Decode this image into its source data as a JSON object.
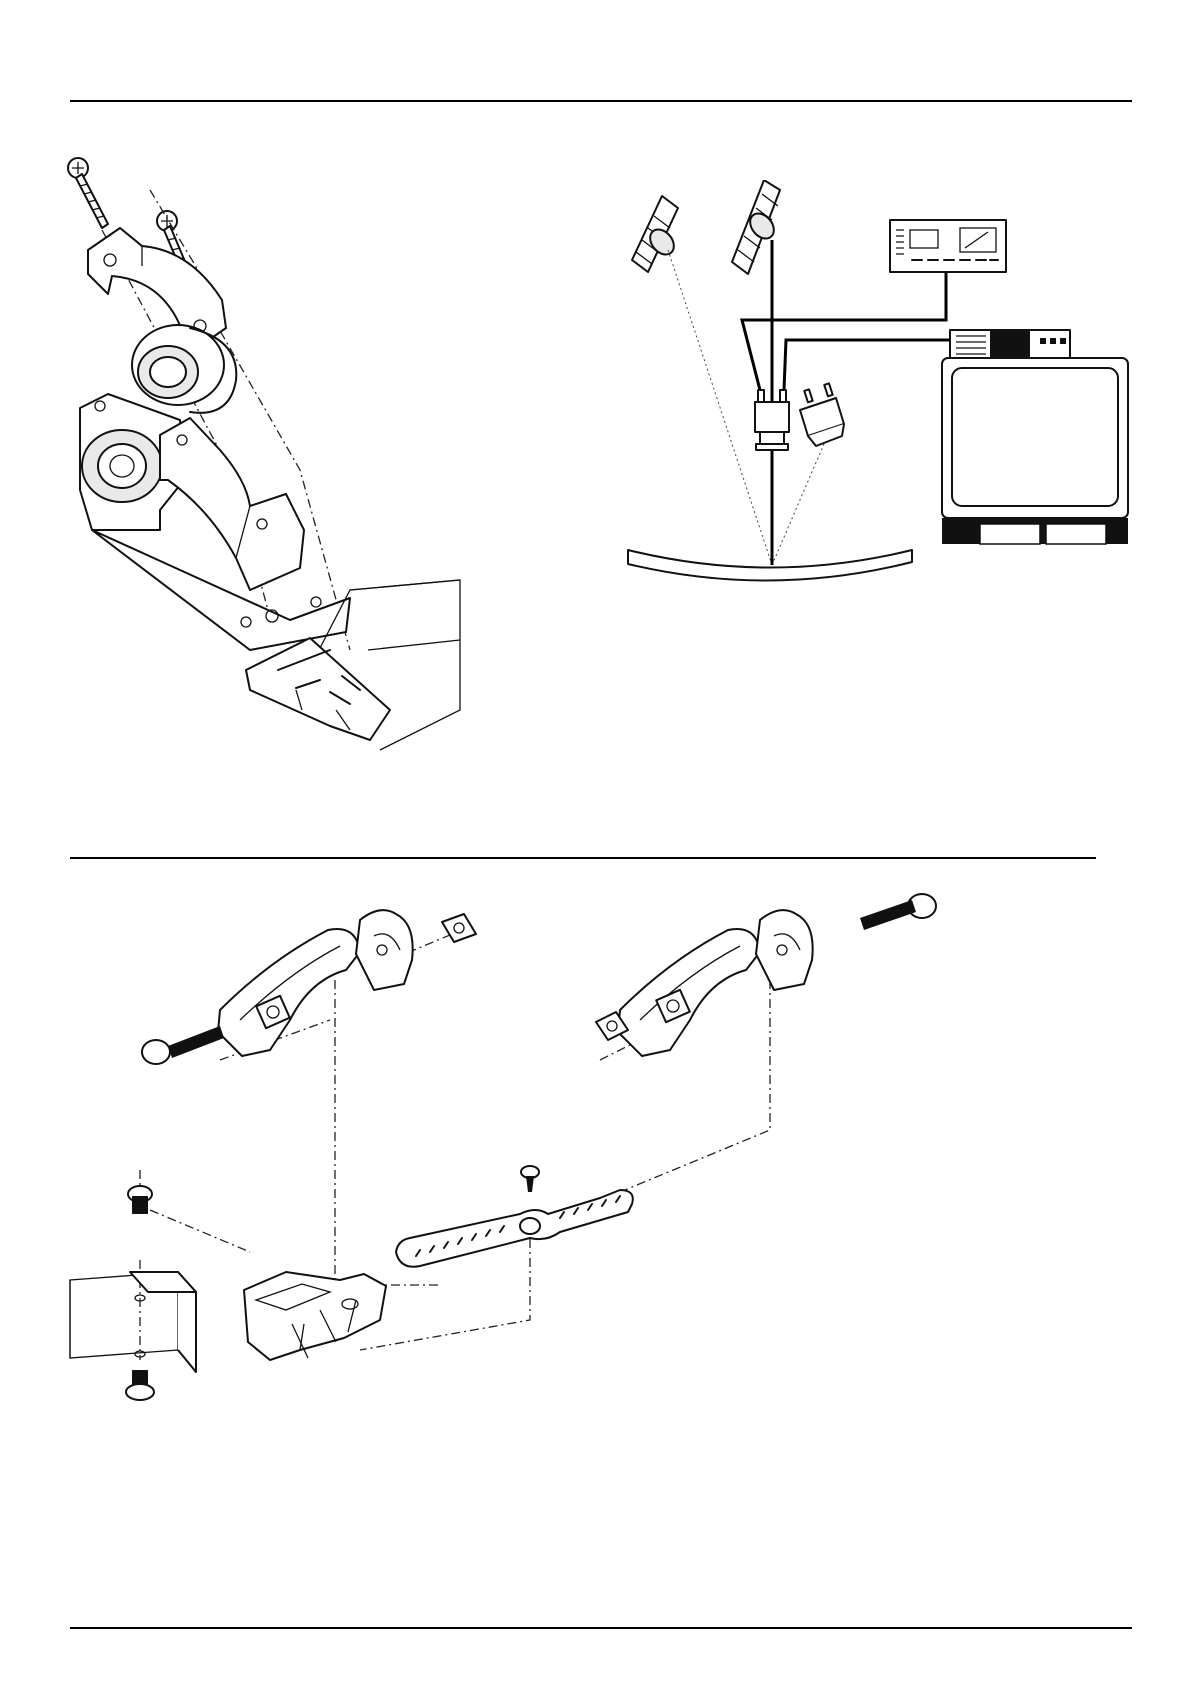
{
  "page": {
    "background": "#ffffff",
    "ink": "#111111"
  },
  "figures": [
    {
      "id": "figure-dish-mount",
      "labels": []
    },
    {
      "id": "figure-satellite-system",
      "labels": []
    },
    {
      "id": "figure-lnb-bracket-assembly",
      "labels": []
    }
  ]
}
